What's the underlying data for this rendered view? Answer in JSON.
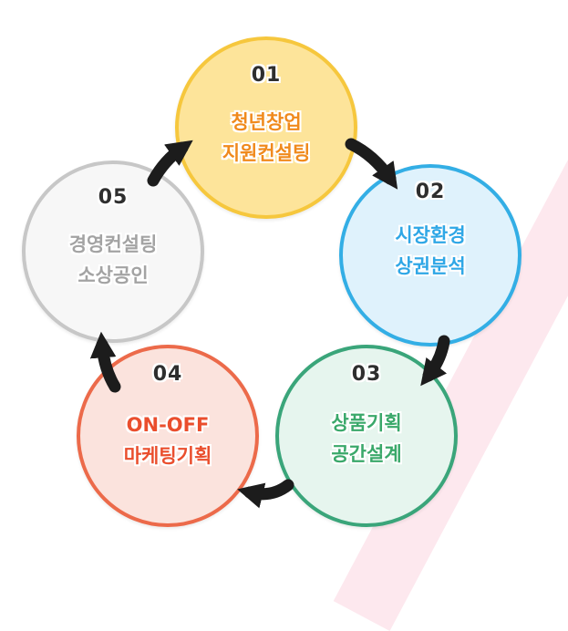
{
  "steps": [
    {
      "num": "01",
      "line1": "청년창업",
      "line2": "지원컨설팅",
      "text_color": "#f08a1c",
      "fill": "#fde49a",
      "border": "#f6c73d"
    },
    {
      "num": "02",
      "line1": "시장환경",
      "line2": "상권분석",
      "text_color": "#2fa7e6",
      "fill": "#dff2fc",
      "border": "#33aee5"
    },
    {
      "num": "03",
      "line1": "상품기획",
      "line2": "공간설계",
      "text_color": "#3aa86a",
      "fill": "#e6f5ee",
      "border": "#3aa57a"
    },
    {
      "num": "04",
      "line1": "ON-OFF",
      "line2": "마케팅기획",
      "text_color": "#ea4e2d",
      "fill": "#fbe3dd",
      "border": "#ec6a4a"
    },
    {
      "num": "05",
      "line1": "경영컨설팅",
      "line2": "소상공인",
      "text_color": "#a3a3a3",
      "fill": "#f7f7f7",
      "border": "#c7c7c7"
    }
  ],
  "colors": {
    "arrow": "#1c1c1c",
    "stripe": "#fde8ee"
  },
  "icons": {
    "connector": "curved-arrow-icon"
  }
}
